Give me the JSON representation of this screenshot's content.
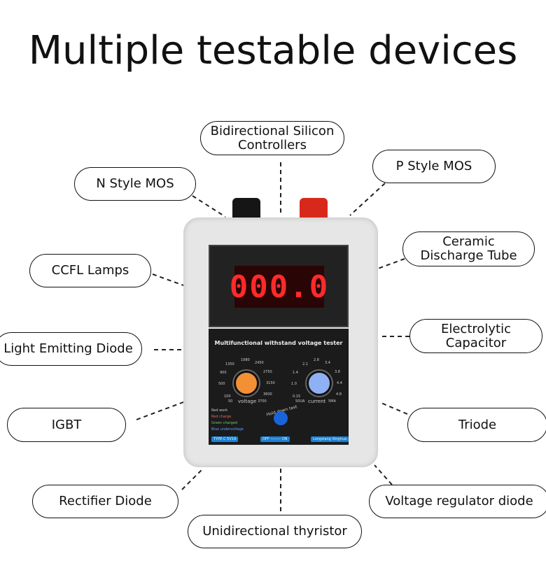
{
  "title": "Multiple testable devices",
  "labels": {
    "bidirectional": "Bidirectional Silicon Controllers",
    "p_mos": "P Style MOS",
    "n_mos": "N Style MOS",
    "ceramic": "Ceramic Discharge Tube",
    "ccfl": "CCFL Lamps",
    "electrolytic": "Electrolytic Capacitor",
    "led": "Light Emitting Diode",
    "igbt": "IGBT",
    "triode": "Triode",
    "rectifier": "Rectifier Diode",
    "regulator": "Voltage regulator diode",
    "thyristor": "Unidirectional thyristor"
  },
  "device": {
    "display": "000.0",
    "panel_title": "Multifunctional withstand voltage tester",
    "voltage_label": "voltage",
    "voltage_min": "50",
    "voltage_max": "3700",
    "voltage_ticks": [
      "100",
      "500",
      "900",
      "1350",
      "1980",
      "2450",
      "2750",
      "3150",
      "3600"
    ],
    "current_label": "current",
    "current_min": "50UA",
    "current_max": "5MA",
    "current_ticks": [
      "0.15",
      "1.0",
      "1.4",
      "2.1",
      "2.8",
      "3.4",
      "3.8",
      "4.4",
      "4.8"
    ],
    "hold": "Hold down test",
    "legend": [
      "Red work",
      "Red charge",
      "Green charged",
      "Blue undervoltage"
    ],
    "type_c": "TYPE-C 5V1A",
    "off": "OFF",
    "on": "ON",
    "brand": "Longxiang Xinghua"
  }
}
